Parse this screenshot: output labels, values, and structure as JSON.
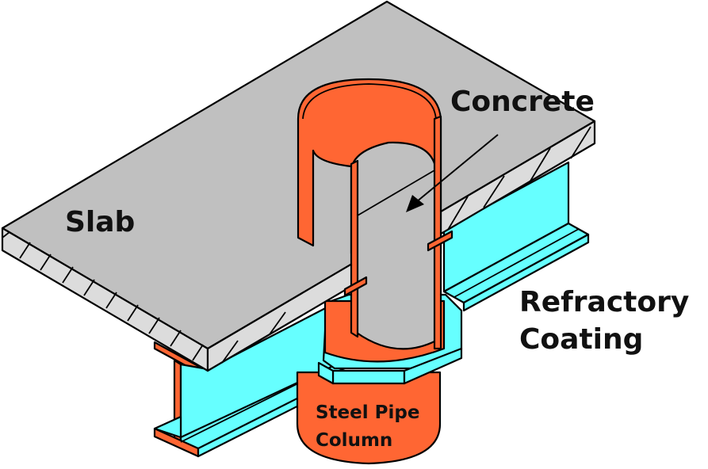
{
  "diagram": {
    "title": "Steel pipe column to H-beam connection with concrete fill and refractory coating",
    "labels": {
      "slab": "Slab",
      "concrete": "Concrete",
      "refractory_line1": "Refractory",
      "refractory_line2": "Coating",
      "column_line1": "Steel Pipe",
      "column_line2": "Column"
    },
    "colors": {
      "slab_top": "#c0c0c0",
      "slab_edge": "#dcdcdc",
      "steel": "#ff6633",
      "refractory_coating": "#66ffff",
      "concrete": "#c0c0c0",
      "outline": "#000000",
      "background": "#ffffff"
    },
    "components": [
      "Slab",
      "Concrete",
      "Refractory Coating",
      "Steel Pipe Column",
      "H-beam (left)",
      "H-beam (right)",
      "Diaphragm"
    ]
  }
}
